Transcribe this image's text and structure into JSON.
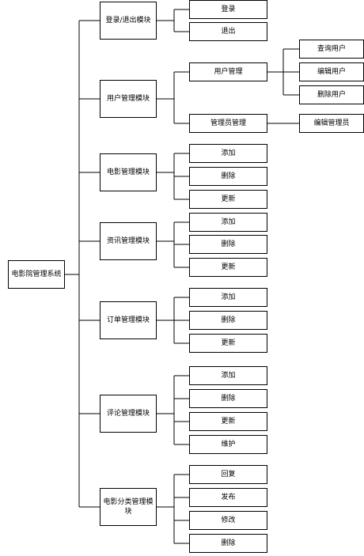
{
  "root": {
    "label": "电影院管理系统"
  },
  "modules": [
    {
      "label": "登录/退出模块",
      "children": [
        {
          "label": "登录"
        },
        {
          "label": "退出"
        }
      ]
    },
    {
      "label": "用户管理模块",
      "children": [
        {
          "label": "用户管理",
          "children": [
            {
              "label": "查询用户"
            },
            {
              "label": "编辑用户"
            },
            {
              "label": "删除用户"
            }
          ]
        },
        {
          "label": "管理员管理",
          "children": [
            {
              "label": "编辑管理员"
            }
          ]
        }
      ]
    },
    {
      "label": "电影管理模块",
      "children": [
        {
          "label": "添加"
        },
        {
          "label": "删除"
        },
        {
          "label": "更新"
        }
      ]
    },
    {
      "label": "资讯管理模块",
      "children": [
        {
          "label": "添加"
        },
        {
          "label": "删除"
        },
        {
          "label": "更新"
        }
      ]
    },
    {
      "label": "订单管理模块",
      "children": [
        {
          "label": "添加"
        },
        {
          "label": "删除"
        },
        {
          "label": "更新"
        }
      ]
    },
    {
      "label": "评论管理模块",
      "children": [
        {
          "label": "添加"
        },
        {
          "label": "删除"
        },
        {
          "label": "更新"
        },
        {
          "label": "维护"
        }
      ]
    },
    {
      "label": "电影分类管理模块",
      "children": [
        {
          "label": "回复"
        },
        {
          "label": "发布"
        },
        {
          "label": "修改"
        },
        {
          "label": "删除"
        }
      ]
    }
  ]
}
